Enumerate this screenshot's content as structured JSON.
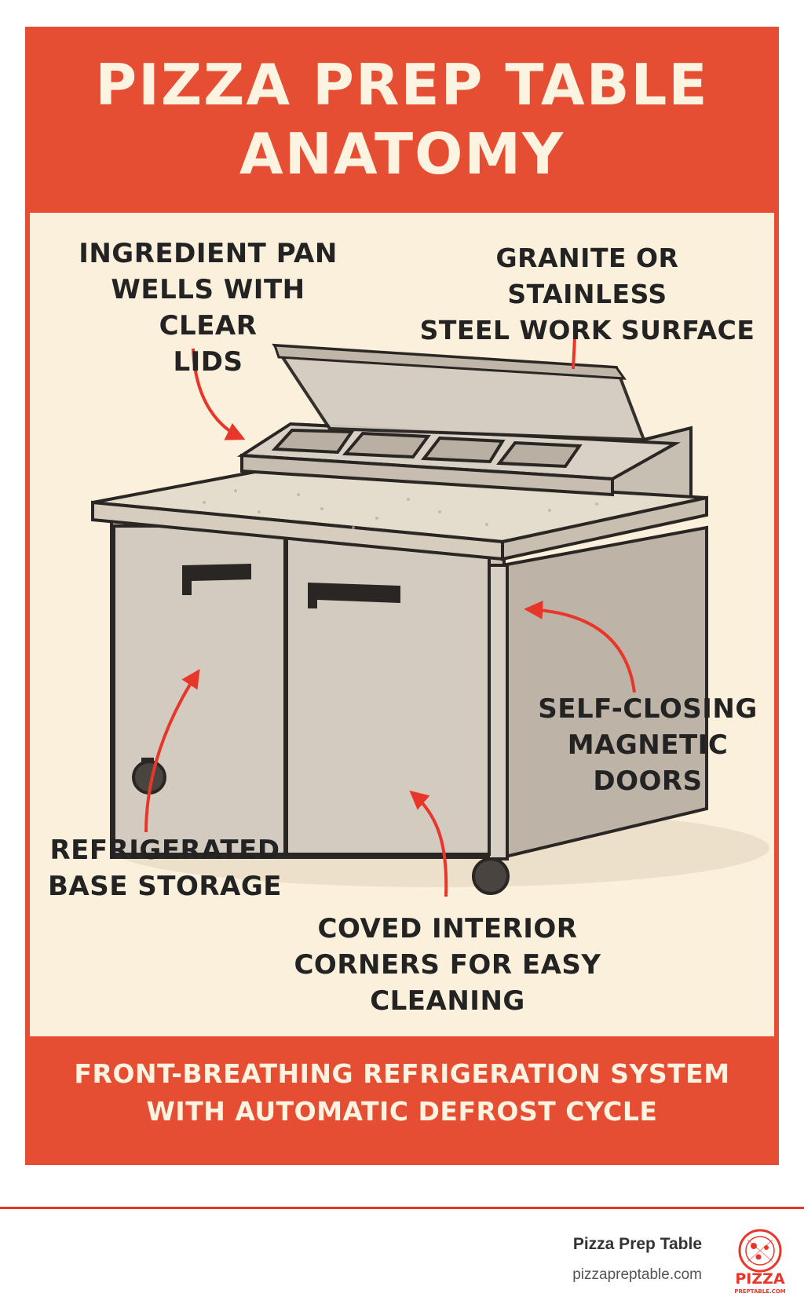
{
  "title": "PIZZA PREP TABLE\nANATOMY",
  "labels": {
    "pan_wells": "INGREDIENT PAN\nWELLS WITH CLEAR\nLIDS",
    "work_surface": "GRANITE OR STAINLESS\nSTEEL WORK SURFACE",
    "doors": "SELF-CLOSING\nMAGNETIC\nDOORS",
    "base_storage": "REFRIGERATED\nBASE STORAGE",
    "coved_corners": "COVED INTERIOR\nCORNERS FOR EASY\nCLEANING"
  },
  "footer_note": "FRONT-BREATHING REFRIGERATION SYSTEM\nWITH AUTOMATIC DEFROST CYCLE",
  "brand": {
    "name": "Pizza Prep Table",
    "url": "pizzapreptable.com",
    "logo_text": "PIZZA",
    "logo_subtext": "PREPTABLE.COM"
  },
  "colors": {
    "poster_red": "#e64e33",
    "panel_cream": "#fbf0dc",
    "arrow_red": "#e8372a",
    "steel": "#cfc6bb",
    "outline": "#2a2623"
  }
}
